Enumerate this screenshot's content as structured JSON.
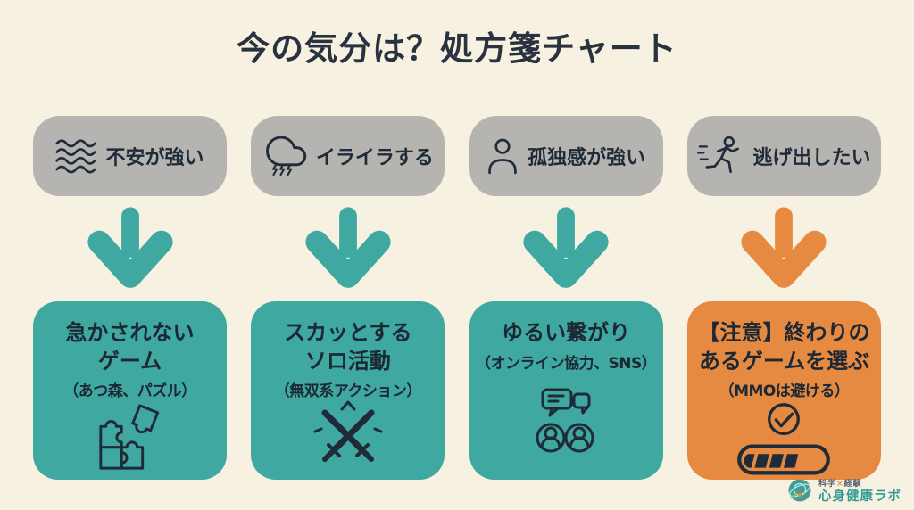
{
  "title": "今の気分は？処方箋チャート",
  "colors": {
    "bg": "#F7F1E2",
    "gray": "#B5B4B0",
    "teal": "#3FA8A1",
    "orange": "#E78A41",
    "text_dark": "#1F2B38",
    "brand_teal": "#2E9C94"
  },
  "columns": [
    {
      "mood_label": "不安が強い",
      "mood_icon": "anxiety-waves-icon",
      "arrow_color": "teal",
      "advice_line1": "急かされない",
      "advice_line2": "ゲーム",
      "advice_note": "（あつ森、パズル）",
      "advice_icon": "puzzle-pieces-icon",
      "theme": "teal"
    },
    {
      "mood_label": "イライラする",
      "mood_icon": "storm-cloud-icon",
      "arrow_color": "teal",
      "advice_line1": "スカッとする",
      "advice_line2": "ソロ活動",
      "advice_note": "（無双系アクション）",
      "advice_icon": "crossed-swords-icon",
      "theme": "teal"
    },
    {
      "mood_label": "孤独感が強い",
      "mood_icon": "person-icon",
      "arrow_color": "teal",
      "advice_line1": "ゆるい繋がり",
      "advice_line2": "",
      "advice_note": "（オンライン協力、SNS）",
      "advice_icon": "chat-people-icon",
      "theme": "teal"
    },
    {
      "mood_label": "逃げ出したい",
      "mood_icon": "running-person-icon",
      "arrow_color": "orange",
      "advice_line1": "【注意】終わりの",
      "advice_line2": "あるゲームを選ぶ",
      "advice_note": "（MMOは避ける）",
      "advice_icon": "finish-progress-icon",
      "theme": "orange"
    }
  ],
  "footer": {
    "tagline_left": "科学",
    "tagline_x": "×",
    "tagline_right": "経験",
    "brand_name": "心身健康ラボ"
  }
}
